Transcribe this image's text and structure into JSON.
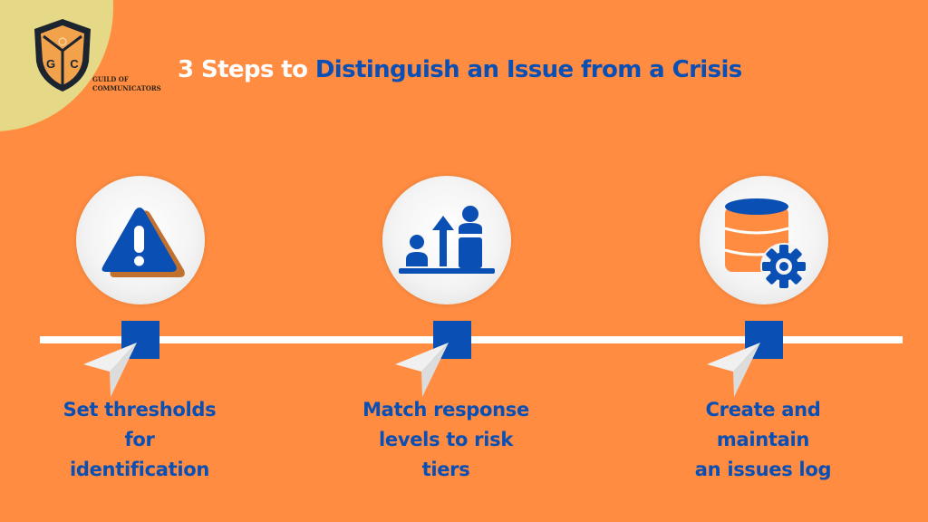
{
  "brand": {
    "logo_letters": [
      "G",
      "C"
    ],
    "name_line1": "GUILD OF",
    "name_line2": "COMMUNICATORS"
  },
  "header": {
    "title_prefix": "3 Steps to",
    "title_highlight": "Distinguish an Issue from a Crisis"
  },
  "colors": {
    "background": "#ff8c40",
    "accent_blue": "#0a4fb4",
    "corner_yellow": "#e5d987",
    "timeline": "#ffffff"
  },
  "steps": [
    {
      "icon": "warning-triangle-icon",
      "label_lines": [
        "Set thresholds",
        "for",
        "identification"
      ]
    },
    {
      "icon": "level-up-people-icon",
      "label_lines": [
        "Match response",
        "levels to risk",
        "tiers"
      ]
    },
    {
      "icon": "database-gear-icon",
      "label_lines": [
        "Create and",
        "maintain",
        "an issues log"
      ]
    }
  ]
}
